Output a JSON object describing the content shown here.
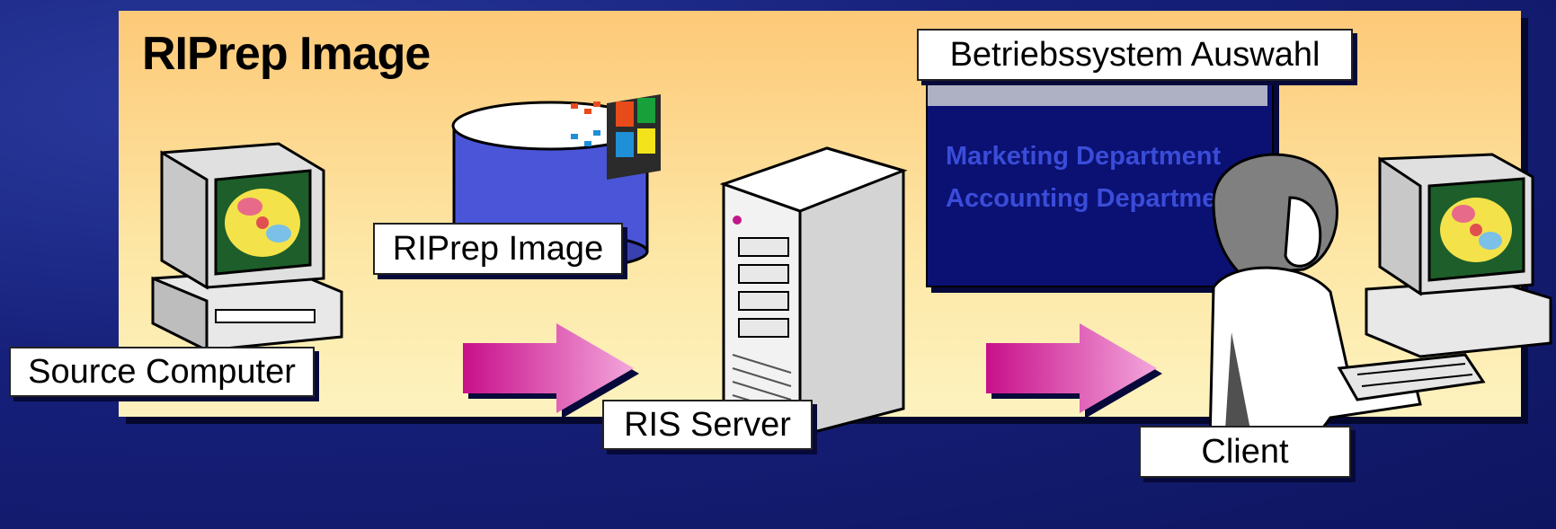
{
  "panel": {
    "title": "RIPrep Image"
  },
  "labels": {
    "source_computer": "Source Computer",
    "riprep_image": "RIPrep Image",
    "ris_server": "RIS Server",
    "client": "Client",
    "os_selection": "Betriebssystem Auswahl"
  },
  "menu": {
    "items": [
      "Marketing Department",
      "Accounting Department"
    ]
  },
  "colors": {
    "background": "#16207a",
    "panel": "#fdd98a",
    "arrow": "#d9299f",
    "menu": "#0a1173",
    "menu_text": "#3a4cd8"
  }
}
